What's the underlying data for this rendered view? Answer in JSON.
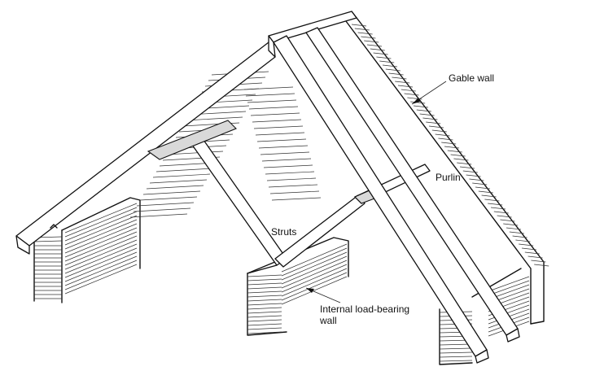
{
  "labels": {
    "gable_wall": "Gable wall",
    "purlin": "Purlin",
    "struts": "Struts",
    "internal_wall_line1": "Internal load-bearing",
    "internal_wall_line2": "wall"
  }
}
